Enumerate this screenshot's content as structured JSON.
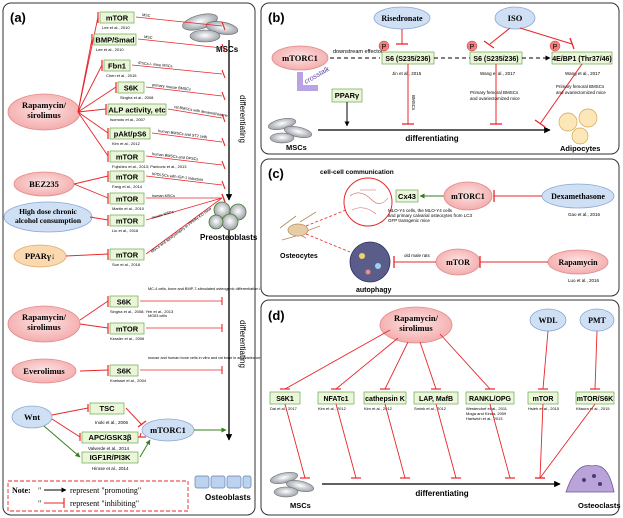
{
  "panels": {
    "a": {
      "label": "(a)",
      "drugs": {
        "rapamycin": "Rapamycin/\nsirolimus",
        "bez235": "BEZ235",
        "alcohol": "High dose chronic\nalcohol consumption",
        "ppar": "PPARγ↓",
        "rapamycin2": "Rapamycin/\nsirolimus",
        "everolimus": "Everolimus",
        "wnt": "Wnt"
      },
      "targets": [
        "mTOR",
        "BMP/Smad",
        "Fbn1",
        "S6K",
        "ALP activity, etc",
        "pAkt/pS6",
        "mTOR",
        "mTOR",
        "mTOR",
        "mTOR",
        "mTOR"
      ],
      "refs": [
        "Lee et al., 2010",
        "Lee et al., 2010",
        "Chen et al., 2015",
        "Singha et al., 2008",
        "Isomoto et al., 2007",
        "Kim et al., 2012",
        "Fujishiro et al., 2013; Pantovic et al., 2013",
        "Fang et al., 2014",
        "Martin et al., 2010",
        "Liu et al., 2016",
        "Sun et al., 2018"
      ],
      "notes": [
        "MSC",
        "MSC",
        "iPSCs-/- mice MSCs",
        "primary mouse BMSCs",
        "rat BMSCs with dexamethasone",
        "human BMSCs and ST2 cells",
        "human BMSCs and DPSCs",
        "hPDLSCs with IGF-1 induction",
        "human MSCs",
        "mouse MSCs",
        "MSCs and lipodystrophy in PPARγ-KO mice"
      ],
      "mid_targets": [
        "S6K",
        "mTOR",
        "S6K"
      ],
      "mid_refs": [
        "Singha et al., 2008; Yeh et al., 2013",
        "Kessler et al., 2006",
        "Kneissel et al., 2004"
      ],
      "mid_notes": [
        "MC-4 cells, bone and BMP-7-stimulated osteogenic differentiation in fetal rat calvarial cells",
        "MG63 cells",
        "mouse and human bone cells in vitro and rat bone in an ovariectomized rat model"
      ],
      "wnt_targets": [
        "TSC",
        "APC/GSK3β",
        "IGF1R/PI3K",
        "mTORC1"
      ],
      "wnt_refs": [
        "Inoki et al., 2006",
        "Valverde et al., 2014",
        "Hirose et al., 2014"
      ],
      "cells": {
        "mscs": "MSCs",
        "pre": "Preosteoblasts",
        "osteo": "Osteoblasts"
      },
      "diff": "differentiating",
      "note": {
        "prefix": "Note:",
        "promoting_quote": "\"",
        "promoting": "represent   \"promoting\"",
        "inhibiting": "represent   \"inhibiting\""
      }
    },
    "b": {
      "label": "(b)",
      "risedronate": "Risedronate",
      "iso": "ISO",
      "mtorc1": "mTORC1",
      "downstream": "downstream effector",
      "crosstalk": "crosstalk",
      "s6a": "S6 (S235/236)",
      "s6b": "S6 (S235/236)",
      "bp1": "4E/BP1 (Thr37/46)",
      "ref1": "Jin et al., 2015",
      "ref2": "Wang et al., 2017",
      "ref3": "Wang et al., 2017",
      "ppar": "PPARγ",
      "note1": "BMSCs",
      "note2": "Primary femoral BMSCs\nand ovariectomized mice",
      "note3": "Primary femoral BMSCs\nand ovariectomized mice",
      "mscs": "MSCs",
      "diff": "differentiating",
      "adipocytes": "Adipocytes",
      "p": "P"
    },
    "c": {
      "label": "(c)",
      "ccc": "cell-cell communication",
      "cx43": "Cx43",
      "mtorc1": "mTORC1",
      "dex": "Dexamethasone",
      "ref_dex": "Gao et al., 2016",
      "note": "MLO-Y4 cells, the MLO-Y4 cells\nand primary calvarial osteocytes from LC3\nGFP transgenic mice",
      "osteocytes": "Osteocytes",
      "mtor": "mTOR",
      "rapa": "Rapamycin",
      "ref_rapa": "Luo et al., 2016",
      "old": "old male rats",
      "autophagy": "autophagy"
    },
    "d": {
      "label": "(d)",
      "rapa": "Rapamycin/\nsirolimus",
      "wdl": "WDL",
      "pmt": "PMT",
      "targets": [
        "S6K1",
        "NFATc1",
        "cathepsin K",
        "LAP, MafB",
        "RANKL/OPG",
        "mTOR",
        "mTOR/S6K"
      ],
      "refs": [
        "Dai et al., 2017",
        "Kim et al., 2012",
        "Kim et al., 2012",
        "Smink et al., 2012",
        "Westendorf et al., 2011\nMoga and Kinda, 2009\nHartwich et al., 2013",
        "Hsieh et al., 2015",
        "Kitaura et al., 2015"
      ],
      "mscs": "MSCs",
      "diff": "differentiating",
      "osteoclasts": "Osteoclasts"
    }
  },
  "colors": {
    "red": "#e8262a",
    "green": "#3a7d1f",
    "pink": "#f4b7b7",
    "blue": "#cbd9f0",
    "peach": "#f9d2a8",
    "tag": "#eaf6d8",
    "tagstroke": "#6aa84f",
    "pbox": "#d8c8f0"
  }
}
